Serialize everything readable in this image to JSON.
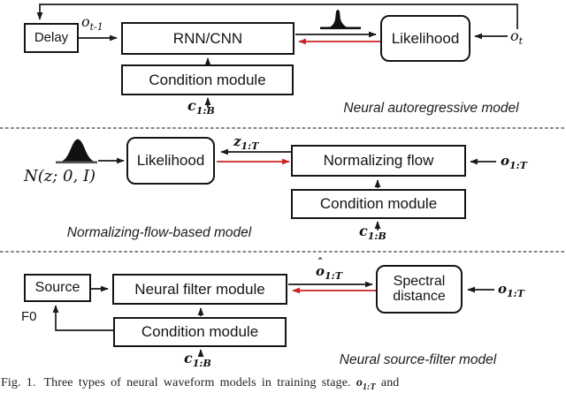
{
  "palette": {
    "line": "#1a1a1a",
    "red": "#cc2222",
    "background": "#ffffff"
  },
  "sections": {
    "autoregressive": {
      "delay": "Delay",
      "rnn": "RNN/CNN",
      "condition": "Condition module",
      "likelihood": "Likelihood",
      "caption": "Neural autoregressive model"
    },
    "flow": {
      "prior": "N(z; 0, I)",
      "likelihood": "Likelihood",
      "flow": "Normalizing flow",
      "condition": "Condition module",
      "caption": "Normalizing-flow-based model"
    },
    "source_filter": {
      "source": "Source",
      "filter": "Neural filter module",
      "condition": "Condition module",
      "spectral": "Spectral distance",
      "f0": "F0",
      "caption": "Neural source-filter model"
    }
  },
  "math": {
    "o_prev": {
      "base": "o",
      "sub": "t-1"
    },
    "o_t": {
      "base": "o",
      "sub": "t"
    },
    "z_1T": {
      "base": "z",
      "sub": "1:T"
    },
    "c_1B": {
      "base": "c",
      "sub": "1:B"
    },
    "o_1T": {
      "base": "o",
      "sub": "1:T"
    },
    "o_hat_1T": {
      "hat": "ˆ",
      "base": "o",
      "sub": "1:T"
    }
  },
  "figure_caption": {
    "prefix": "Fig. 1.",
    "body": "Three types of neural waveform models in training stage.",
    "math_hat": "ˆ",
    "math_base": "o",
    "math_sub": "1:T",
    "suffix": "and"
  }
}
